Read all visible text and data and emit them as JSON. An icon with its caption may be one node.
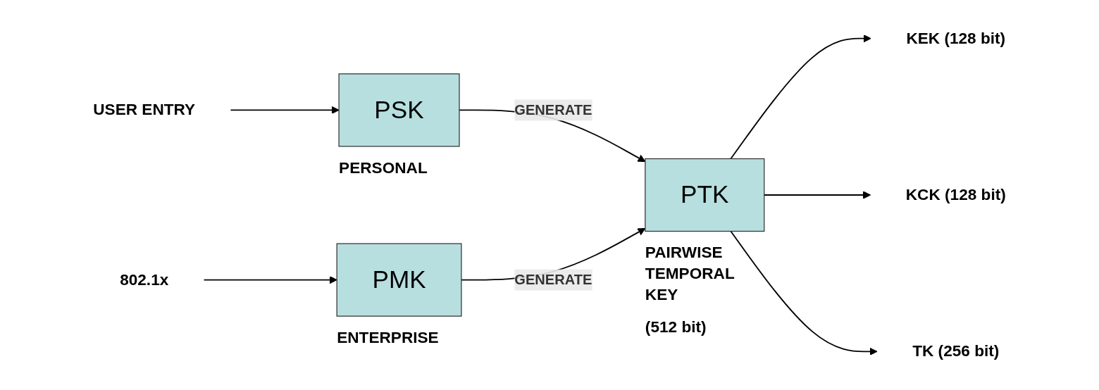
{
  "diagram": {
    "nodes": [
      {
        "text": [
          "USER ENTRY"
        ]
      },
      {
        "text": [
          "PSK"
        ],
        "beside": [
          "PERSONAL"
        ]
      },
      {
        "text": [
          "802.1x"
        ]
      },
      {
        "text": [
          "PMK"
        ],
        "beside": [
          "ENTERPRISE"
        ]
      },
      {
        "text": [
          "PTK"
        ],
        "beside": [
          "PAIRWISE TEMPORAL KEY",
          "(512 bit)"
        ]
      },
      {
        "text": [
          "KEK (128 bit)"
        ]
      },
      {
        "text": [
          "KCK (128 bit)"
        ]
      },
      {
        "text": [
          "TK (256 bit)"
        ]
      }
    ],
    "edges": [
      {
        "from": 0,
        "to": 1,
        "arrow": "to"
      },
      {
        "from": 2,
        "to": 3,
        "arrow": "to"
      },
      {
        "from": 1,
        "to": 4,
        "arrow": "to",
        "label": "GENERATE"
      },
      {
        "from": 3,
        "to": 4,
        "arrow": "to",
        "label": "GENERATE"
      },
      {
        "from": 4,
        "to": 5,
        "arrow": "to"
      },
      {
        "from": 4,
        "to": 6,
        "arrow": "to"
      },
      {
        "from": 4,
        "to": 7,
        "arrow": "to"
      }
    ]
  }
}
